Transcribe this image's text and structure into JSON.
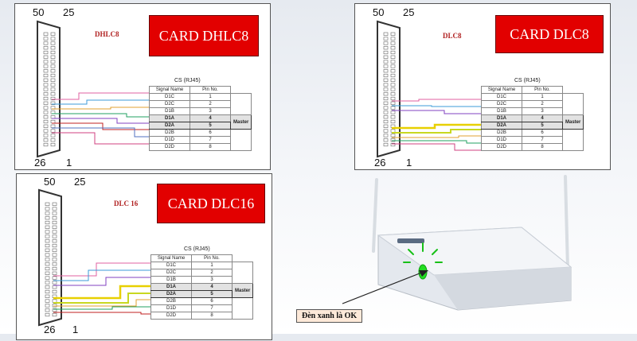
{
  "panels": {
    "dhlc8": {
      "pin_top_left": "50",
      "pin_top_right": "25",
      "pin_bottom_left": "26",
      "pin_bottom_right": "1",
      "small_label": "DHLC8",
      "card_label": "CARD DHLC8"
    },
    "dlc8": {
      "pin_top_left": "50",
      "pin_top_right": "25",
      "pin_bottom_left": "26",
      "pin_bottom_right": "1",
      "small_label": "DLC8",
      "card_label": "CARD DLC8"
    },
    "dlc16": {
      "pin_top_left": "50",
      "pin_top_right": "25",
      "pin_bottom_left": "26",
      "pin_bottom_right": "1",
      "small_label": "DLC 16",
      "card_label": "CARD DLC16"
    }
  },
  "table": {
    "title": "CS (RJ45)",
    "col_signal": "Signal Name",
    "col_pin": "Pin No.",
    "master": "Master",
    "rows": [
      {
        "signal": "D1C",
        "pin": "1"
      },
      {
        "signal": "D2C",
        "pin": "2"
      },
      {
        "signal": "D1B",
        "pin": "3"
      },
      {
        "signal": "D1A",
        "pin": "4"
      },
      {
        "signal": "D2A",
        "pin": "5"
      },
      {
        "signal": "D2B",
        "pin": "6"
      },
      {
        "signal": "D1D",
        "pin": "7"
      },
      {
        "signal": "D2D",
        "pin": "8"
      }
    ]
  },
  "callout": {
    "text": "Đèn xanh là OK"
  },
  "colors": {
    "card_red": "#e20000",
    "led_green": "#22dd22"
  }
}
